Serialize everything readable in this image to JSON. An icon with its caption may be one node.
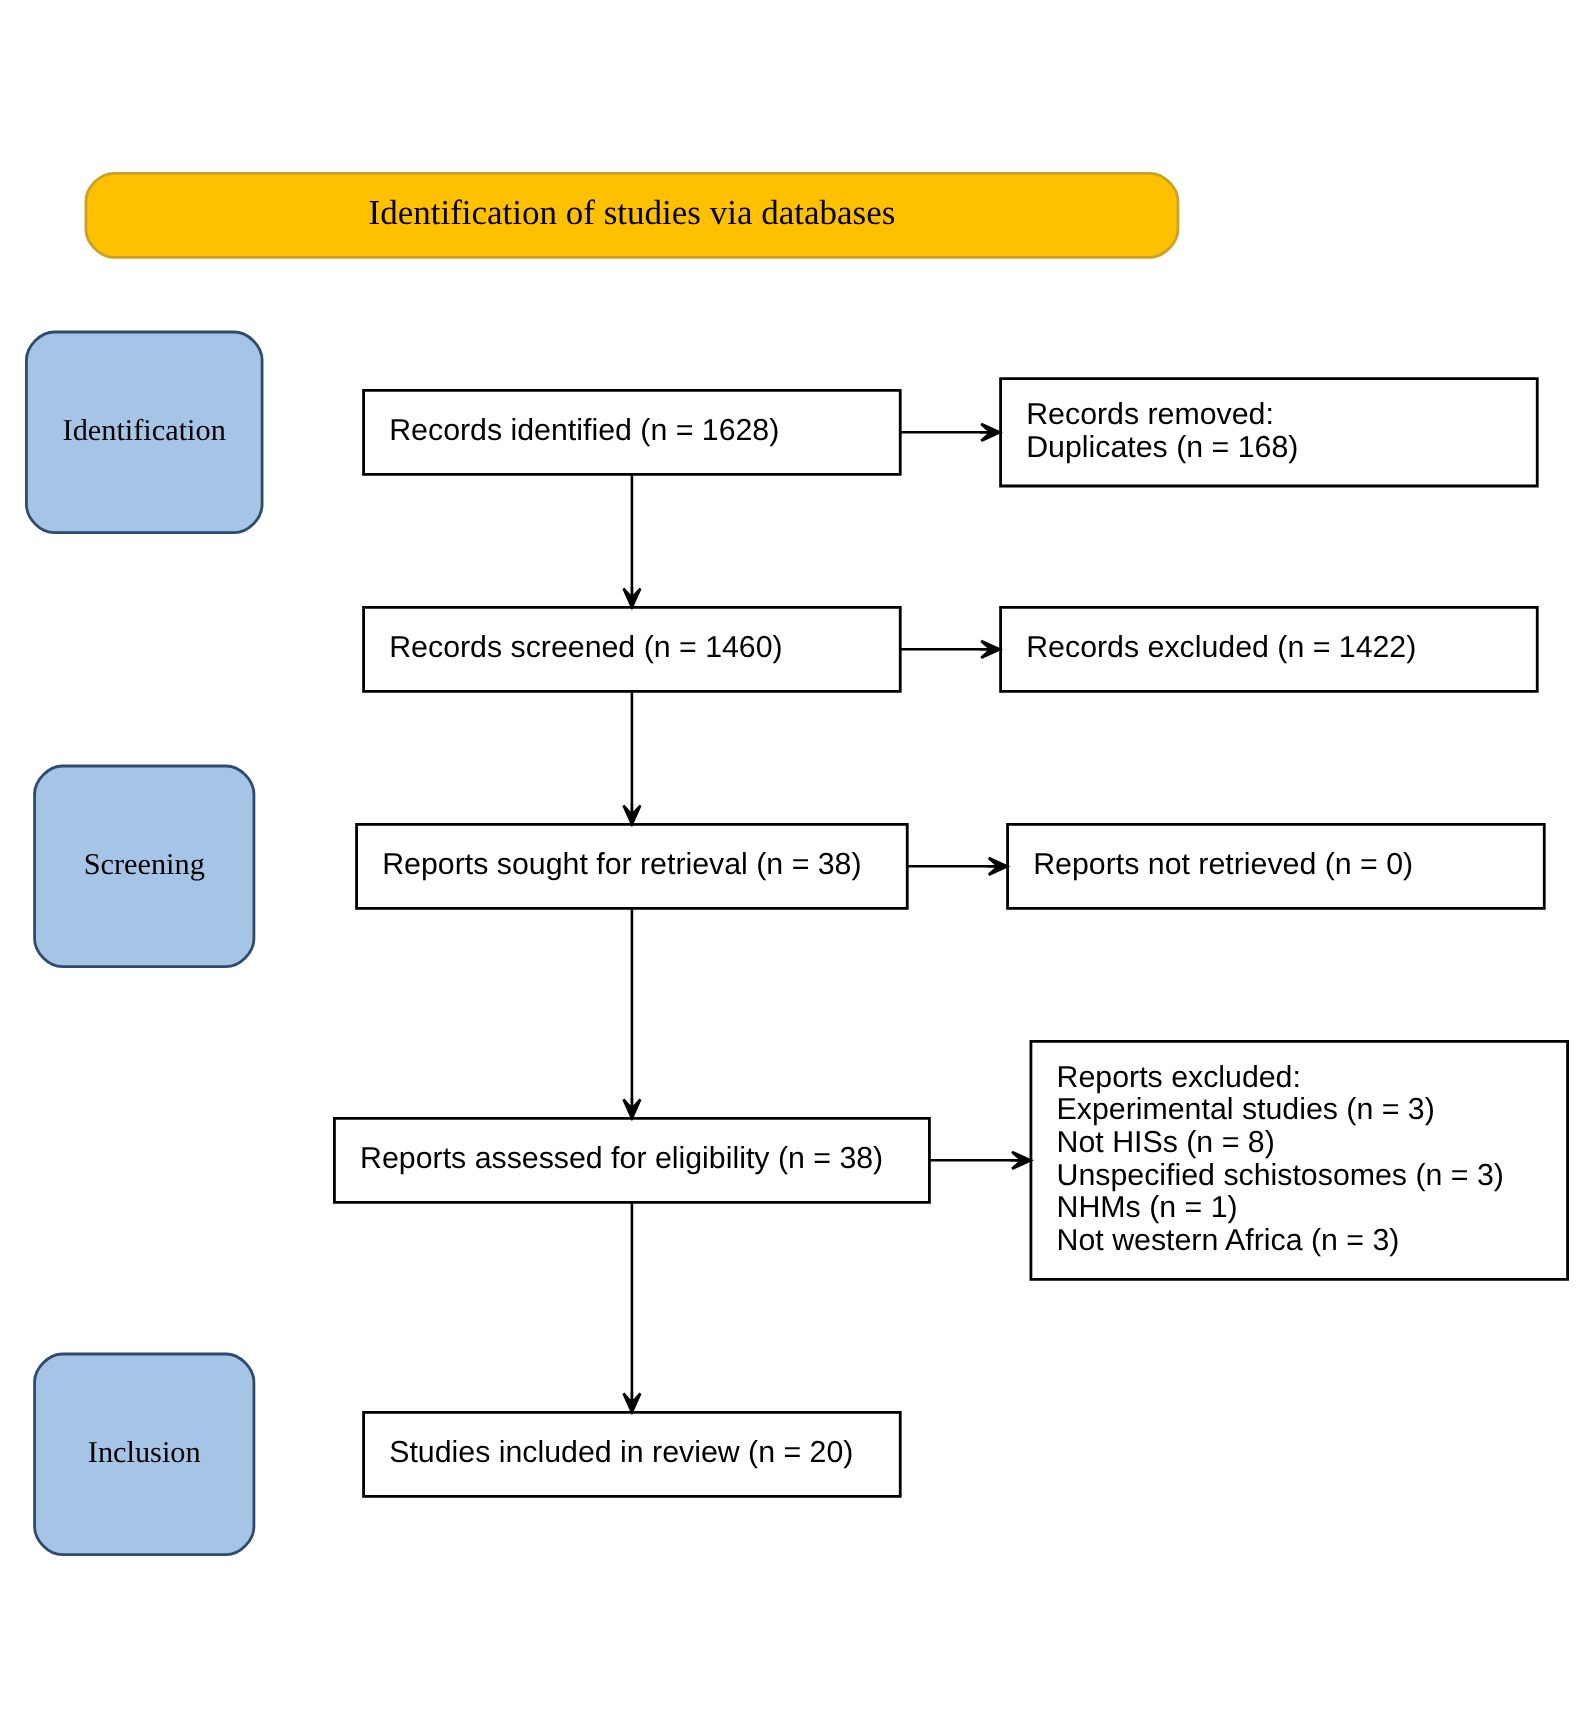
{
  "diagram": {
    "nodes": [
      {
        "text": [
          "Identification of studies via databases"
        ]
      },
      {
        "text": [
          "Identification"
        ]
      },
      {
        "text": [
          "Screening"
        ]
      },
      {
        "text": [
          "Inclusion"
        ]
      },
      {
        "text": [
          "Records identified (n = 1628)"
        ]
      },
      {
        "text": [
          "Records removed:",
          "Duplicates (n = 168)"
        ]
      },
      {
        "text": [
          "Records screened (n = 1460)"
        ]
      },
      {
        "text": [
          "Records excluded (n = 1422)"
        ]
      },
      {
        "text": [
          "Reports sought for retrieval (n = 38)"
        ]
      },
      {
        "text": [
          "Reports not retrieved (n = 0)"
        ]
      },
      {
        "text": [
          "Reports assessed for eligibility (n = 38)"
        ]
      },
      {
        "text": [
          "Reports excluded:",
          "Experimental studies (n = 3)",
          "Not HISs (n = 8)",
          "Unspecified schistosomes (n = 3)",
          "NHMs (n = 1)",
          "Not western Africa (n = 3)"
        ]
      },
      {
        "text": [
          "Studies included in review (n = 20)"
        ]
      }
    ],
    "edges": [
      {
        "from": 4,
        "to": 5,
        "arrow": "to"
      },
      {
        "from": 4,
        "to": 6,
        "arrow": "to"
      },
      {
        "from": 6,
        "to": 7,
        "arrow": "to"
      },
      {
        "from": 6,
        "to": 8,
        "arrow": "to"
      },
      {
        "from": 8,
        "to": 9,
        "arrow": "to"
      },
      {
        "from": 8,
        "to": 10,
        "arrow": "to"
      },
      {
        "from": 10,
        "to": 11,
        "arrow": "to"
      },
      {
        "from": 10,
        "to": 12,
        "arrow": "to"
      }
    ]
  }
}
